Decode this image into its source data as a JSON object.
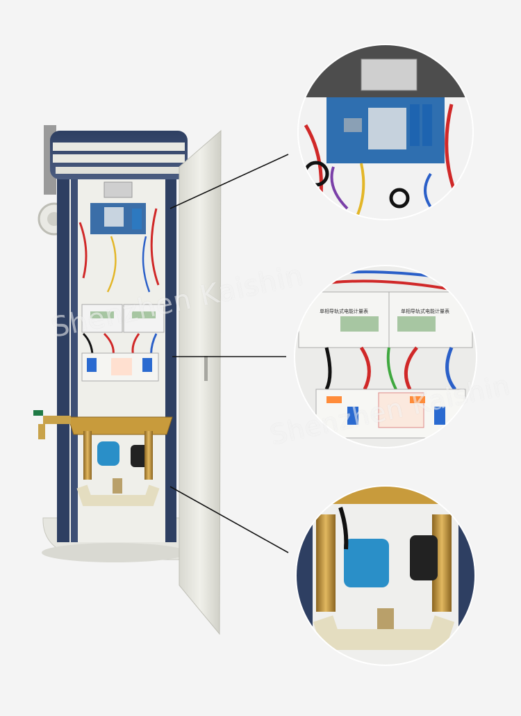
{
  "watermark": {
    "text": "Shenzhen Kaishin"
  },
  "meter_labels": {
    "left": "单相导轨式电能计量表",
    "right": "单相导轨式电能计量表"
  },
  "colors": {
    "background": "#f4f4f4",
    "cabinet_shell": "#e9e9e2",
    "frame_navy": "#2e3f62",
    "brass": "#c89b3c",
    "valve_blue": "#2a8fc8",
    "wire_red": "#d02828",
    "wire_blue": "#2a5fc8"
  }
}
